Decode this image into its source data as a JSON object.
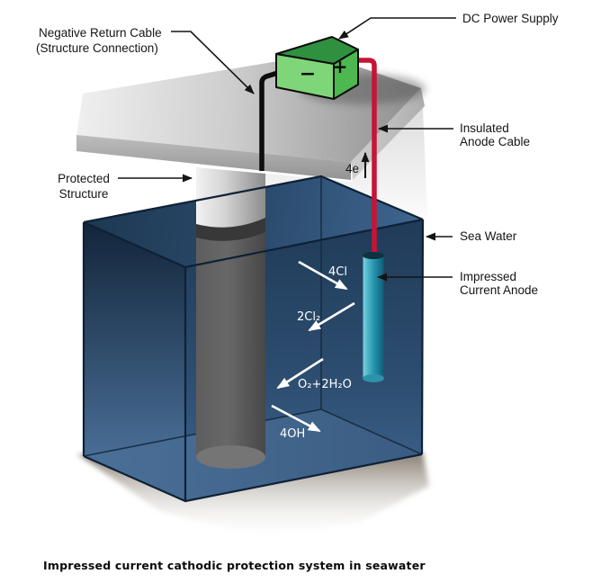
{
  "caption": "Impressed current cathodic protection system in seawater",
  "callouts": {
    "negative_return_cable": {
      "line1": "Negative Return Cable",
      "line2": "(Structure Connection)"
    },
    "dc_power_supply": {
      "label": "DC Power Supply"
    },
    "insulated_anode_cable": {
      "line1": "Insulated",
      "line2": "Anode Cable"
    },
    "sea_water": {
      "label": "Sea Water"
    },
    "impressed_current_anode": {
      "line1": "Impressed",
      "line2": "Current Anode"
    },
    "protected_structure": {
      "line1": "Protected",
      "line2": "Structure"
    }
  },
  "annotations": {
    "electron_flow": "4e",
    "battery_minus": "−",
    "battery_plus": "+"
  },
  "reactions": {
    "chloride": "4Cl",
    "chlorine_gas": "2Cl₂",
    "oxygen_water": "O₂+2H₂O",
    "hydroxide": "4OH"
  },
  "colors": {
    "sea_water_blue": "#2e4f72",
    "anode_teal": "#2391ad",
    "anode_cable_red": "#c81434",
    "battery_green": "#7fd679",
    "structure_gray": "#5a5a5a",
    "deck_gray": "#c9c9c9"
  }
}
